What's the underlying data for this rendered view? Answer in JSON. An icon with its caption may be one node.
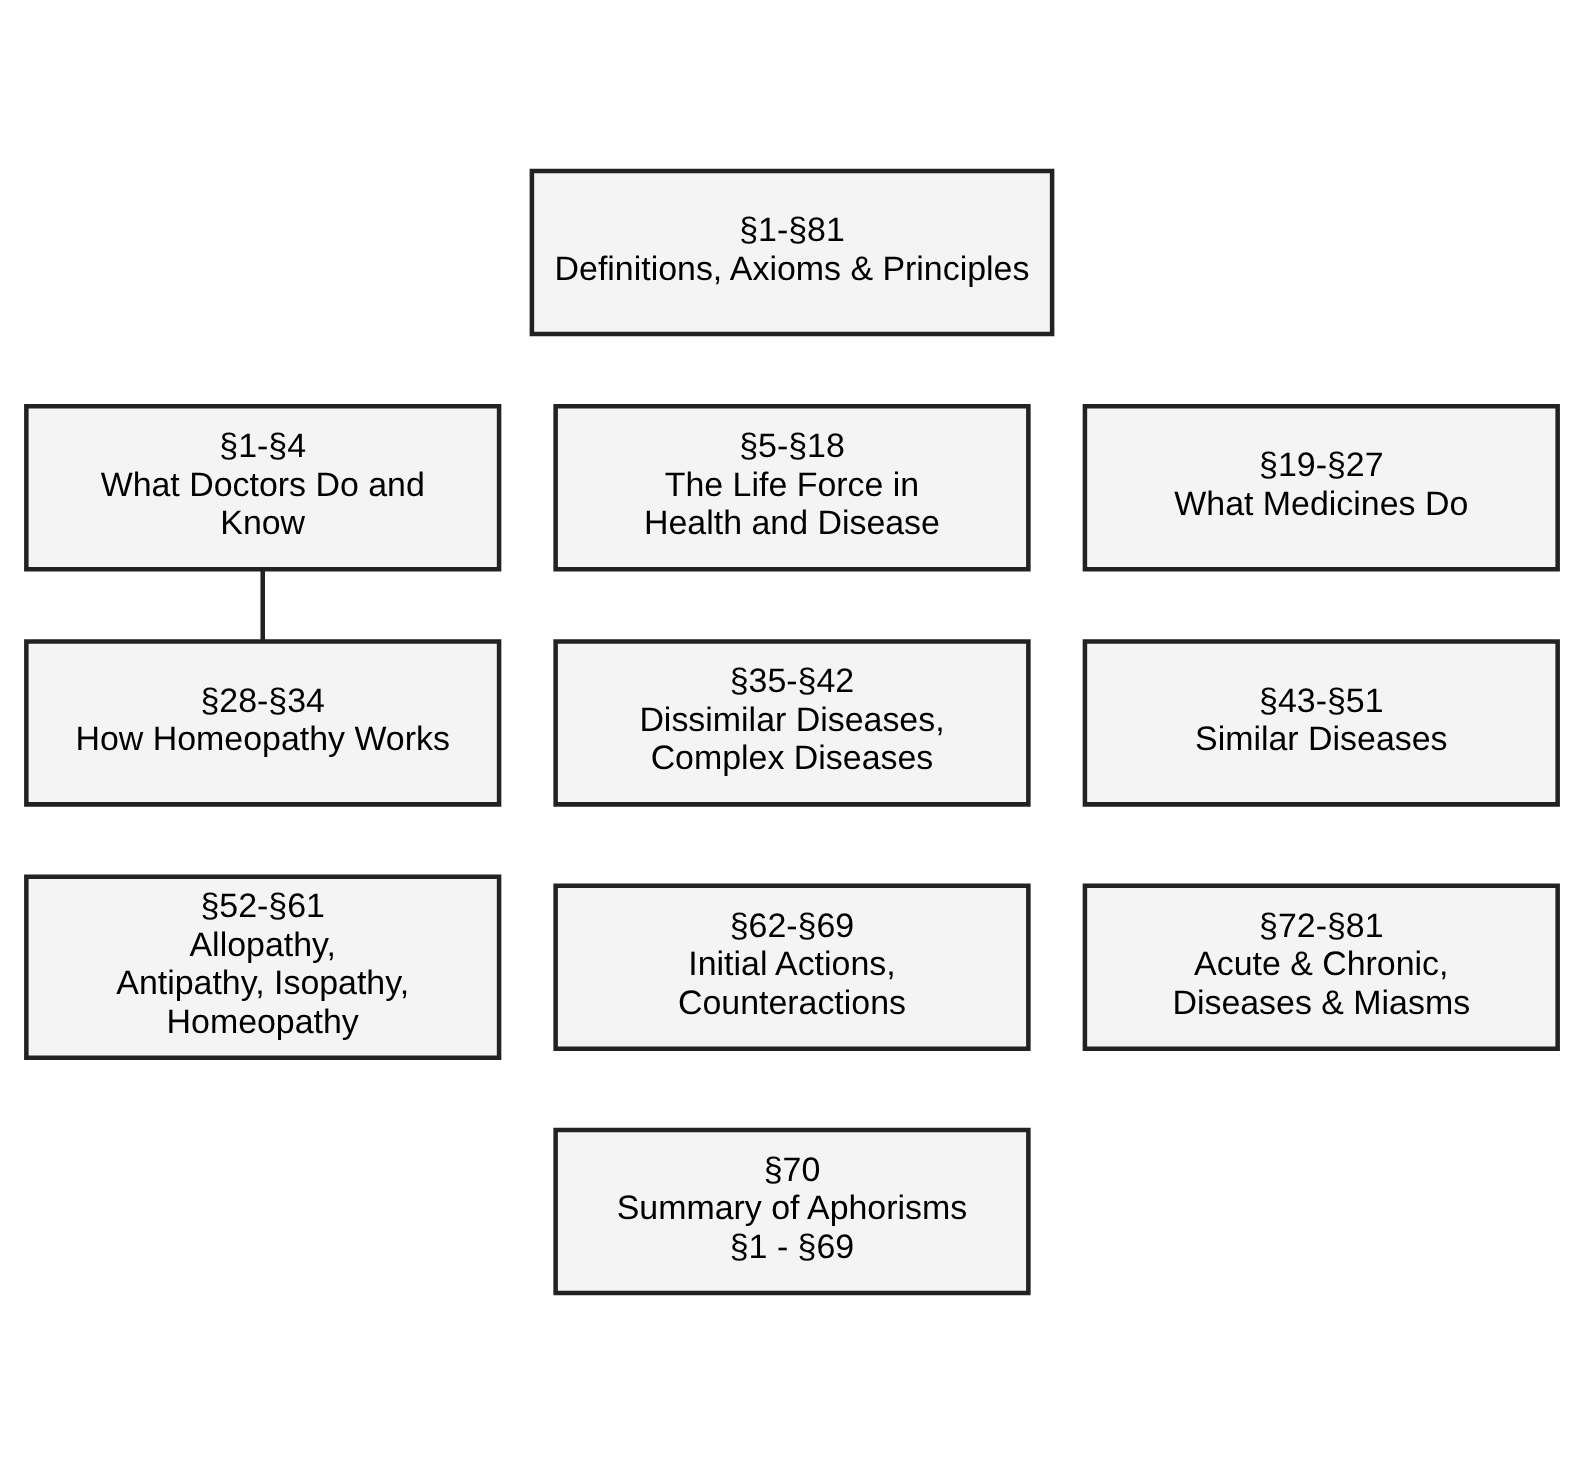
{
  "diagram": {
    "nodes": [
      {
        "text": [
          "§1-§81",
          "Definitions, Axioms & Principles"
        ]
      },
      {
        "text": [
          "§1-§4",
          "What Doctors Do and Know"
        ]
      },
      {
        "text": [
          "§5-§18",
          "The Life Force in Health and Disease"
        ]
      },
      {
        "text": [
          "§19-§27",
          "What Medicines Do"
        ]
      },
      {
        "text": [
          "§28-§34",
          "How Homeopathy Works"
        ]
      },
      {
        "text": [
          "§35-§42",
          "Dissimilar Diseases, Complex Diseases"
        ]
      },
      {
        "text": [
          "§43-§51",
          "Similar Diseases"
        ]
      },
      {
        "text": [
          "§52-§61",
          "Allopathy, Antipathy, Isopathy, Homeopathy"
        ]
      },
      {
        "text": [
          "§62-§69",
          "Initial Actions, Counteractions"
        ]
      },
      {
        "text": [
          "§72-§81",
          "Acute & Chronic, Diseases & Miasms"
        ]
      },
      {
        "text": [
          "§70",
          "Summary of Aphorisms §1 - §69"
        ]
      }
    ],
    "edges": [
      {
        "from": 1,
        "to": 4,
        "arrow": "none"
      }
    ]
  }
}
